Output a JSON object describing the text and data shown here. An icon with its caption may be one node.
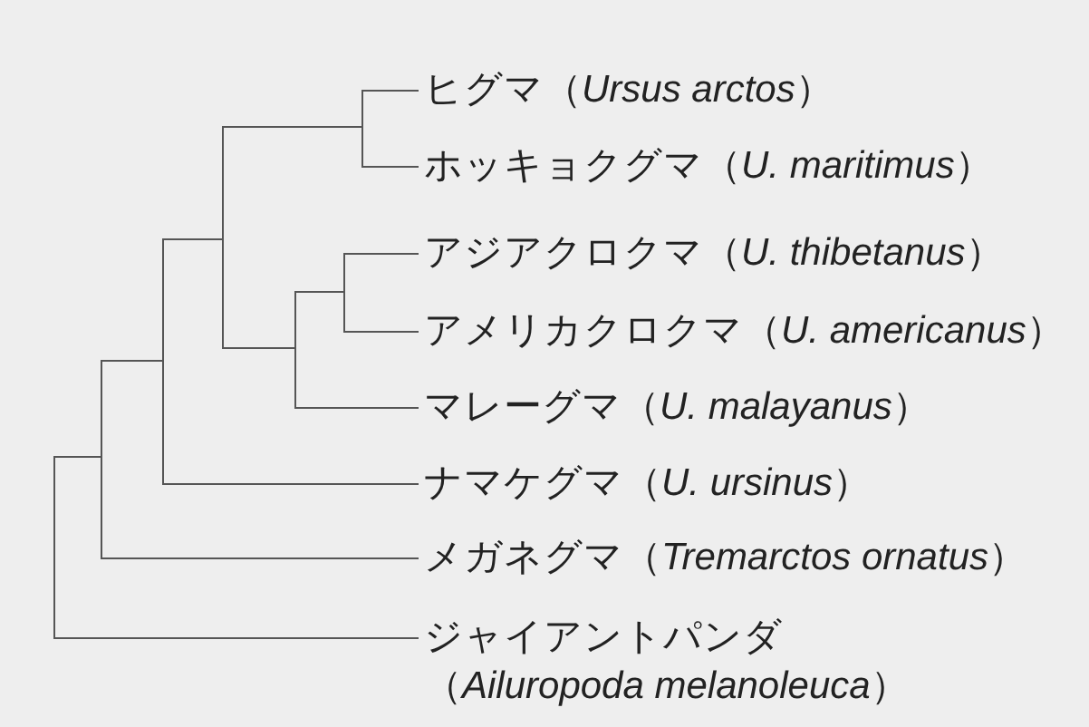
{
  "diagram": {
    "nodes": [
      {
        "text": [
          "ヒグマ（*Ursus arctos*）"
        ]
      },
      {
        "text": [
          "ホッキョクグマ（*U. maritimus*）"
        ]
      },
      {
        "text": [
          "アジアクロクマ（*U. thibetanus*）"
        ]
      },
      {
        "text": [
          "アメリカクロクマ（*U. americanus*）"
        ]
      },
      {
        "text": [
          "マレーグマ（*U. malayanus*）"
        ]
      },
      {
        "text": [
          "ナマケグマ（*U. ursinus*）"
        ]
      },
      {
        "text": [
          "メガネグマ（*Tremarctos ornatus*）"
        ]
      },
      {
        "text": [
          "ジャイアントパンダ（*Ailuropoda melanoleuca*）"
        ]
      }
    ],
    "edges": [
      {
        "from": null,
        "to": 0,
        "arrow": "none"
      },
      {
        "from": null,
        "to": 1,
        "arrow": "none"
      },
      {
        "from": null,
        "to": 2,
        "arrow": "none"
      },
      {
        "from": null,
        "to": 3,
        "arrow": "none"
      },
      {
        "from": null,
        "to": 4,
        "arrow": "none"
      },
      {
        "from": null,
        "to": 5,
        "arrow": "none"
      },
      {
        "from": null,
        "to": 6,
        "arrow": "none"
      },
      {
        "from": null,
        "to": 7,
        "arrow": "none"
      }
    ]
  }
}
